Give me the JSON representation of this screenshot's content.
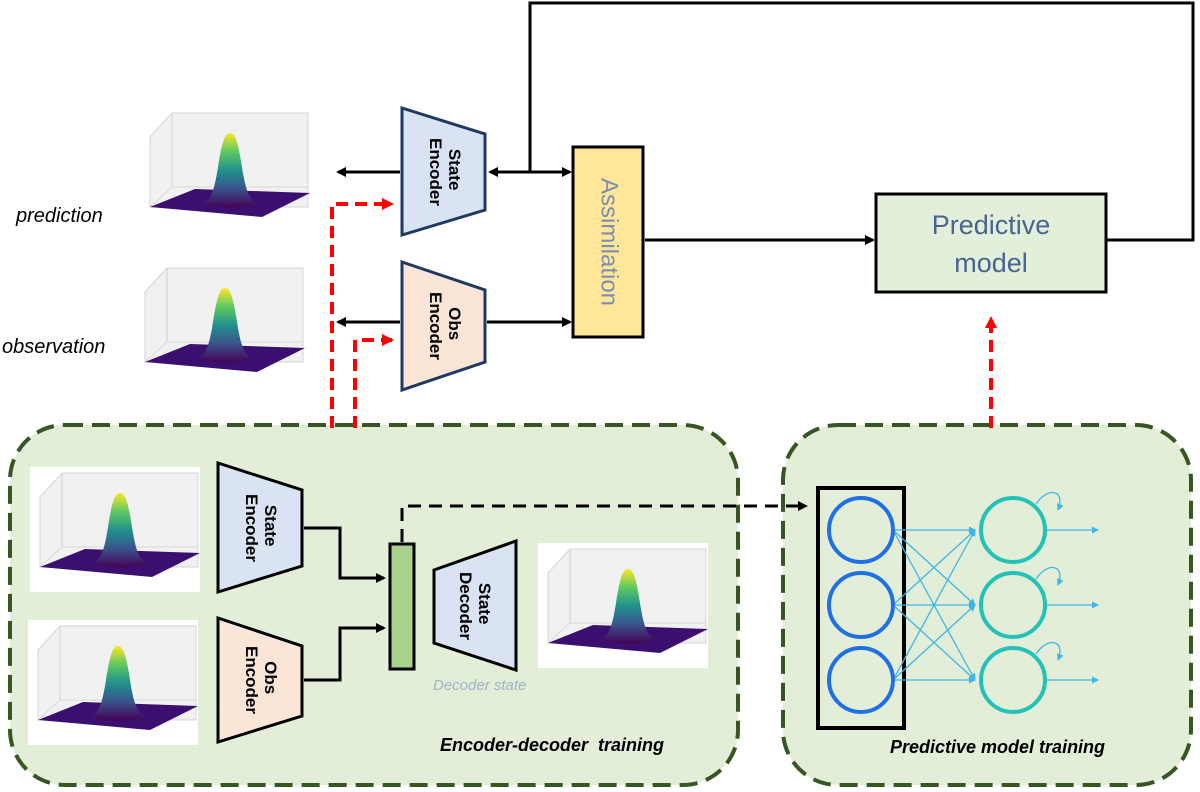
{
  "labels": {
    "prediction": "prediction",
    "observation": "observation",
    "assimilation": "Assimilation",
    "predictive_model_line1": "Predictive",
    "predictive_model_line2": "model",
    "decoder_state": "Decoder state",
    "encoder_decoder_training": "Encoder-decoder  training",
    "predictive_model_training": "Predictive model training"
  },
  "blocks": {
    "state_encoder": [
      "State",
      "Encoder"
    ],
    "obs_encoder": [
      "Obs",
      "Encoder"
    ],
    "state_decoder": [
      "State",
      "Decoder"
    ]
  },
  "colors": {
    "state_fill": "#dae3f3",
    "state_stroke": "#3b5798",
    "obs_fill": "#fbe5d6",
    "obs_stroke": "#3b5798",
    "assimilation_fill": "#ffe699",
    "assimilation_text": "#7c8fae",
    "predictive_fill": "#e2efda",
    "predictive_text": "#4a6390",
    "panel_fill": "#e3eed8",
    "panel_stroke": "#375623",
    "red_dashed": "#ff0000",
    "latent_fill": "#a9d18e",
    "input_node": "#1f6fe5",
    "output_node": "#22c3b6",
    "edge": "#3fb6e6",
    "surface_base": "#3b0f6f"
  },
  "icons": {
    "surface_plot": "gaussian-surface-plot-icon"
  }
}
